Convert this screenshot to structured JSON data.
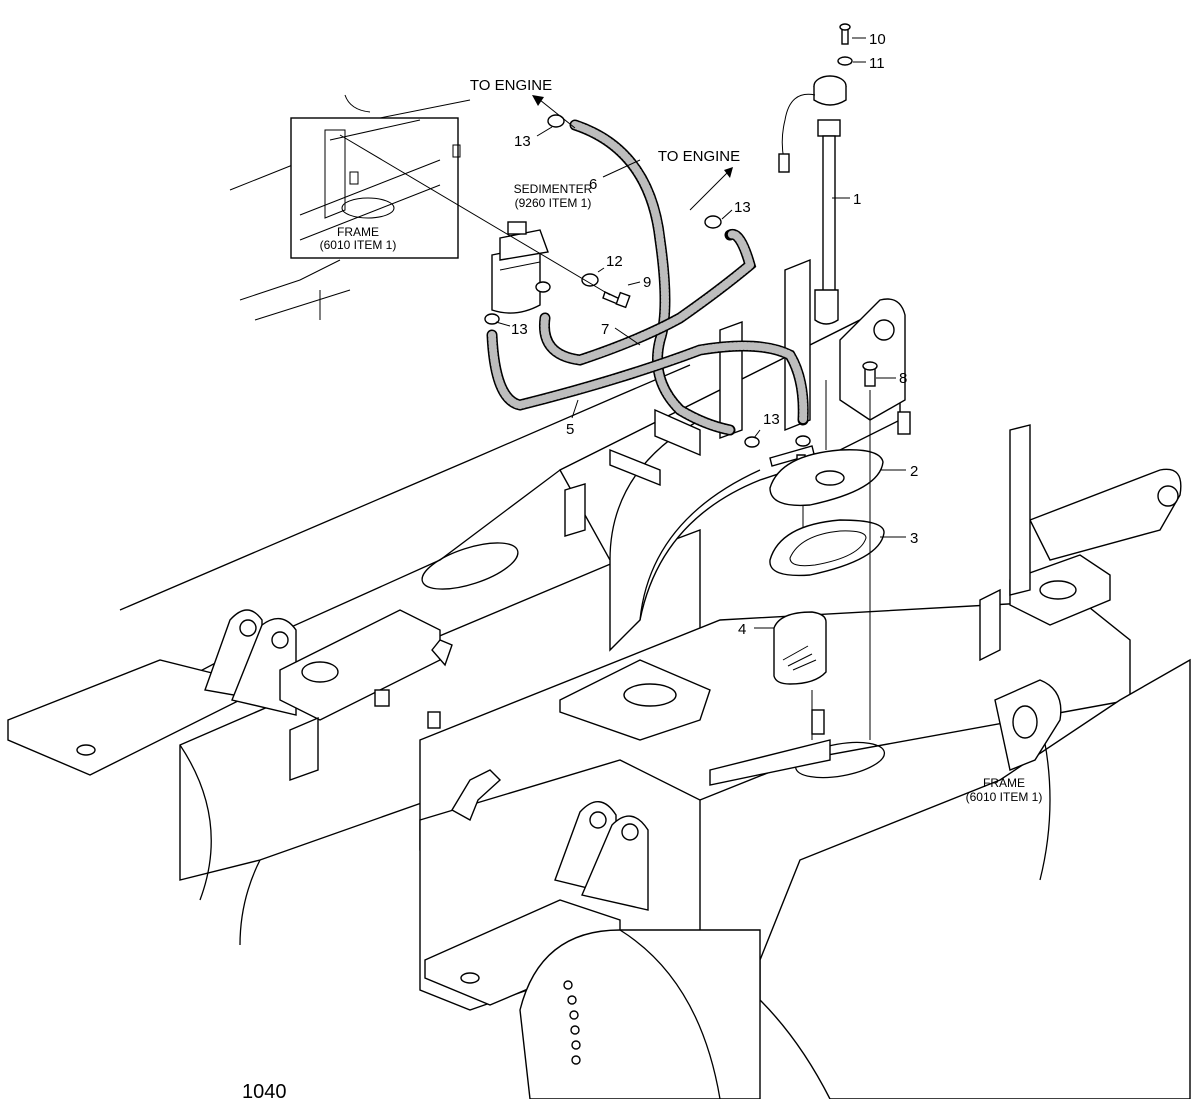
{
  "figure_number": "1040",
  "callouts": [
    {
      "id": "c1",
      "text": "1"
    },
    {
      "id": "c2",
      "text": "2"
    },
    {
      "id": "c3",
      "text": "3"
    },
    {
      "id": "c4",
      "text": "4"
    },
    {
      "id": "c5",
      "text": "5"
    },
    {
      "id": "c6",
      "text": "6"
    },
    {
      "id": "c7",
      "text": "7"
    },
    {
      "id": "c8",
      "text": "8"
    },
    {
      "id": "c9",
      "text": "9"
    },
    {
      "id": "c10",
      "text": "10"
    },
    {
      "id": "c11",
      "text": "11"
    },
    {
      "id": "c12",
      "text": "12"
    },
    {
      "id": "c13a",
      "text": "13"
    },
    {
      "id": "c13b",
      "text": "13"
    },
    {
      "id": "c13c",
      "text": "13"
    },
    {
      "id": "c13d",
      "text": "13"
    }
  ],
  "notes": {
    "to_engine_left": "TO ENGINE",
    "to_engine_right": "TO ENGINE",
    "sedimenter_line1": "SEDIMENTER",
    "sedimenter_line2": "(9260 ITEM 1)",
    "frame_inset_line1": "FRAME",
    "frame_inset_line2": "(6010 ITEM 1)",
    "frame_right_line1": "FRAME",
    "frame_right_line2": "(6010 ITEM 1)"
  }
}
